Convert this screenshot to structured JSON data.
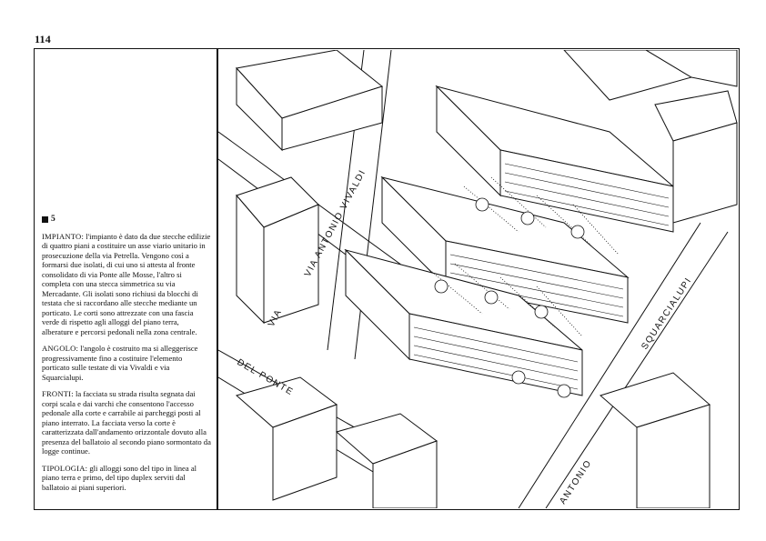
{
  "page": {
    "number": "114"
  },
  "section": {
    "marker": "5"
  },
  "paragraphs": [
    {
      "lead": "IMPIANTO:",
      "text": " l'impianto è dato da due stecche edilizie di quattro piani a costituire un asse viario unitario in prosecuzione della via Petrella. Vengono così a formarsi due isolati, di cui uno si attesta al fronte consolidato di via Ponte alle Mosse, l'altro si completa con una stecca simmetrica su via Mercadante. Gli isolati sono richiusi da blocchi di testata che si raccordano alle stecche mediante un porticato. Le corti sono attrezzate con una fascia verde di rispetto agli alloggi del piano terra, alberature e percorsi pedonali nella zona centrale."
    },
    {
      "lead": "ANGOLO:",
      "text": " l'angolo è costruito ma si alleggerisce progressivamente fino a costituire l'elemento porticato sulle testate di via Vivaldi e via Squarcialupi."
    },
    {
      "lead": "FRONTI:",
      "text": " la facciata su strada risulta segnata dai corpi scala e dai varchi che consentono l'accesso pedonale alla corte e carrabile ai parcheggi posti al piano interrato. La facciata verso la corte è caratterizzata dall'andamento orizzontale dovuto alla presenza del ballatoio al secondo piano sormontato da logge continue."
    },
    {
      "lead": "TIPOLOGIA:",
      "text": " gli alloggi sono del tipo in linea al piano terra e primo, del tipo duplex serviti dal ballatoio ai piani superiori."
    }
  ],
  "drawing": {
    "street_labels": {
      "via_antonio_vivaldi": "VIA ANTONIO VIVALDI",
      "via_del_ponte": "DEL PONTE",
      "via": "VIA",
      "squarcialupi": "SQUARCIALUPI",
      "antonio": "ANTONIO"
    }
  }
}
